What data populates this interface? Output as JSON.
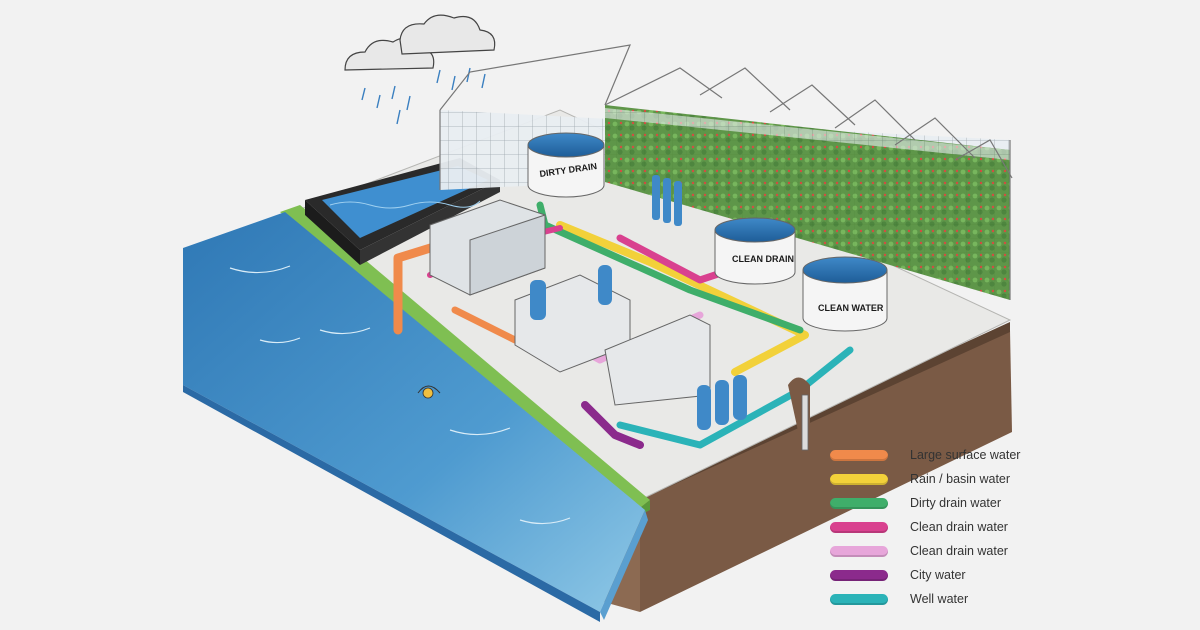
{
  "tanks": {
    "dirty_drain": "DIRTY DRAIN",
    "clean_drain": "CLEAN DRAIN",
    "clean_water": "CLEAN WATER"
  },
  "legend": [
    {
      "label": "Large surface water",
      "color": "#f08a4b"
    },
    {
      "label": "Rain / basin water",
      "color": "#f2d13a"
    },
    {
      "label": "Dirty drain water",
      "color": "#3fae6a"
    },
    {
      "label": "Clean drain water",
      "color": "#d9418f"
    },
    {
      "label": "Clean drain water",
      "color": "#e7a6da"
    },
    {
      "label": "City water",
      "color": "#8b2a8c"
    },
    {
      "label": "Well water",
      "color": "#2bb3b8"
    }
  ]
}
